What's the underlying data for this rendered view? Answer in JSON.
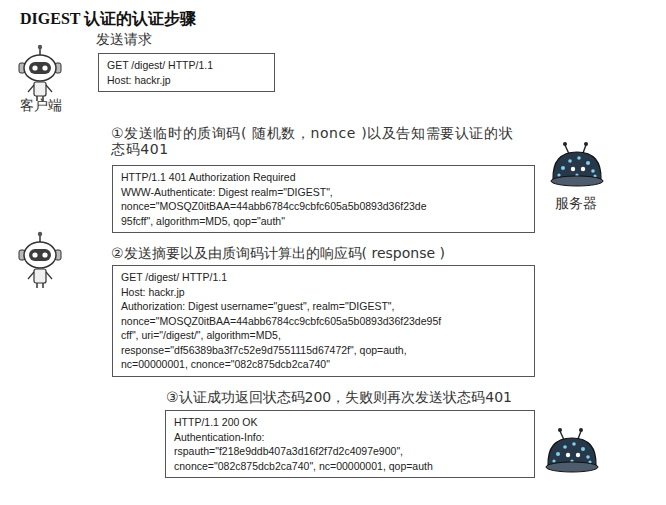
{
  "diagram": {
    "title": "DIGEST 认证的认证步骤",
    "nodes": [
      {
        "text": [
          "发送请求",
          "GET /digest/ HTTP/1.1",
          "Host: hackr.jp"
        ]
      },
      {
        "text": [
          "①发送临时的质询码( 随机数，nonce )以及告知需要认证的状态码401",
          "HTTP/1.1 401 Authorization Required",
          "WWW-Authenticate: Digest realm=\"DIGEST\",",
          "nonce=\"MOSQZ0itBAA=44abb6784cc9cbfc605a5b0893d36f23de",
          "95fcff\", algorithm=MD5, qop=\"auth\""
        ]
      },
      {
        "text": [
          "②发送摘要以及由质询码计算出的响应码( response )",
          "GET /digest/ HTTP/1.1",
          "Host: hackr.jp",
          "Authorization: Digest username=\"guest\", realm=\"DIGEST\",",
          "nonce=\"MOSQZ0itBAA=44abb6784cc9cbfc605a5b0893d36f23de95f",
          "cff\", uri=\"/digest/\", algorithm=MD5,",
          "response=\"df56389ba3f7c52e9d7551115d67472f\", qop=auth,",
          "nc=00000001, cnonce=\"082c875dcb2ca740\""
        ]
      },
      {
        "text": [
          "③认证成功返回状态码200，失败则再次发送状态码401",
          "HTTP/1.1 200 OK",
          "Authentication-Info:",
          "rspauth=\"f218e9ddb407a3d16f2f7d2c4097e900\",",
          "cnonce=\"082c875dcb2ca740\", nc=00000001, qop=auth"
        ]
      }
    ],
    "labels": [
      "客户端",
      "服务器"
    ]
  }
}
